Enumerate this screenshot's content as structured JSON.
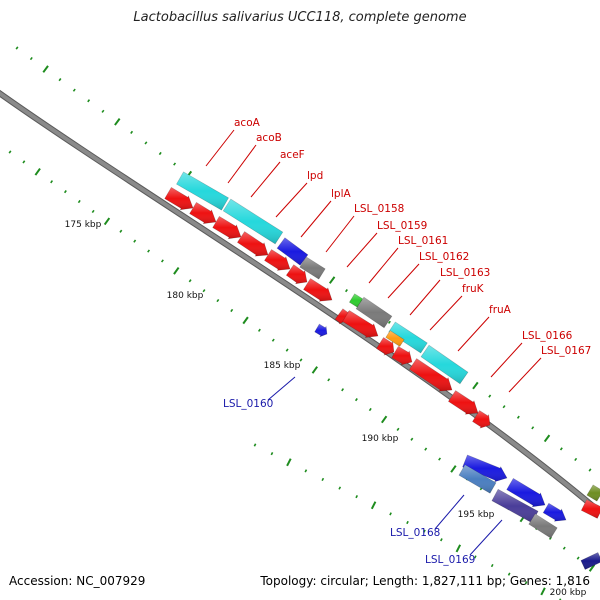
{
  "title": "Lactobacillus salivarius UCC118, complete genome",
  "accession": "Accession: NC_007929",
  "topology": "Topology: circular; Length: 1,827,111 bp; Genes: 1,816",
  "colors": {
    "backbone": "#8a8a8a",
    "tick": "#1e8c1e",
    "label_red": "#cc0000",
    "label_blue": "#1a1aaa",
    "cyan": "#25d8dc",
    "red": "#ee1111",
    "blue": "#1a1ae0",
    "gray": "#7a7a7a",
    "green": "#2ecc2e",
    "orange": "#ff9a10",
    "steelblue": "#4a7ec0",
    "slateblue": "#4a3d99",
    "olive": "#6e8e22",
    "navy": "#1a1a8a"
  },
  "kbp_labels": [
    "175 kbp",
    "180 kbp",
    "185 kbp",
    "190 kbp",
    "195 kbp",
    "200 kbp"
  ],
  "gene_labels": [
    {
      "text": "acoA",
      "color": "red"
    },
    {
      "text": "acoB",
      "color": "red"
    },
    {
      "text": "aceF",
      "color": "red"
    },
    {
      "text": "lpd",
      "color": "red"
    },
    {
      "text": "lplA",
      "color": "red"
    },
    {
      "text": "LSL_0158",
      "color": "red"
    },
    {
      "text": "LSL_0159",
      "color": "red"
    },
    {
      "text": "LSL_0161",
      "color": "red"
    },
    {
      "text": "LSL_0162",
      "color": "red"
    },
    {
      "text": "LSL_0163",
      "color": "red"
    },
    {
      "text": "fruK",
      "color": "red"
    },
    {
      "text": "fruA",
      "color": "red"
    },
    {
      "text": "LSL_0166",
      "color": "red"
    },
    {
      "text": "LSL_0167",
      "color": "red"
    },
    {
      "text": "LSL_0160",
      "color": "blue"
    },
    {
      "text": "LSL_0168",
      "color": "blue"
    },
    {
      "text": "LSL_0169",
      "color": "blue"
    }
  ]
}
